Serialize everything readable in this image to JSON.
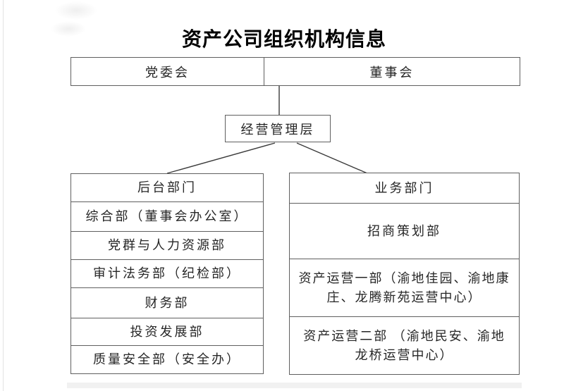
{
  "title": "资产公司组织机构信息",
  "top_row": {
    "left": "党委会",
    "right": "董事会"
  },
  "management": {
    "label": "经营管理层"
  },
  "back_office": {
    "header": "后台部门",
    "items": [
      "综合部（董事会办公室）",
      "党群与人力资源部",
      "审计法务部（纪检部）",
      "财务部",
      "投资发展部",
      "质量安全部（安全办）"
    ]
  },
  "business": {
    "header": "业务部门",
    "items": [
      "招商策划部",
      "资产运营一部（渝地佳园、渝地康\n庄、龙腾新苑运营中心）",
      "资产运营二部 （渝地民安、渝地\n龙桥运营中心）"
    ]
  },
  "colors": {
    "line": "#5f5f5f",
    "connector": "#3a3a3a",
    "text": "#262626",
    "title": "#000000"
  }
}
